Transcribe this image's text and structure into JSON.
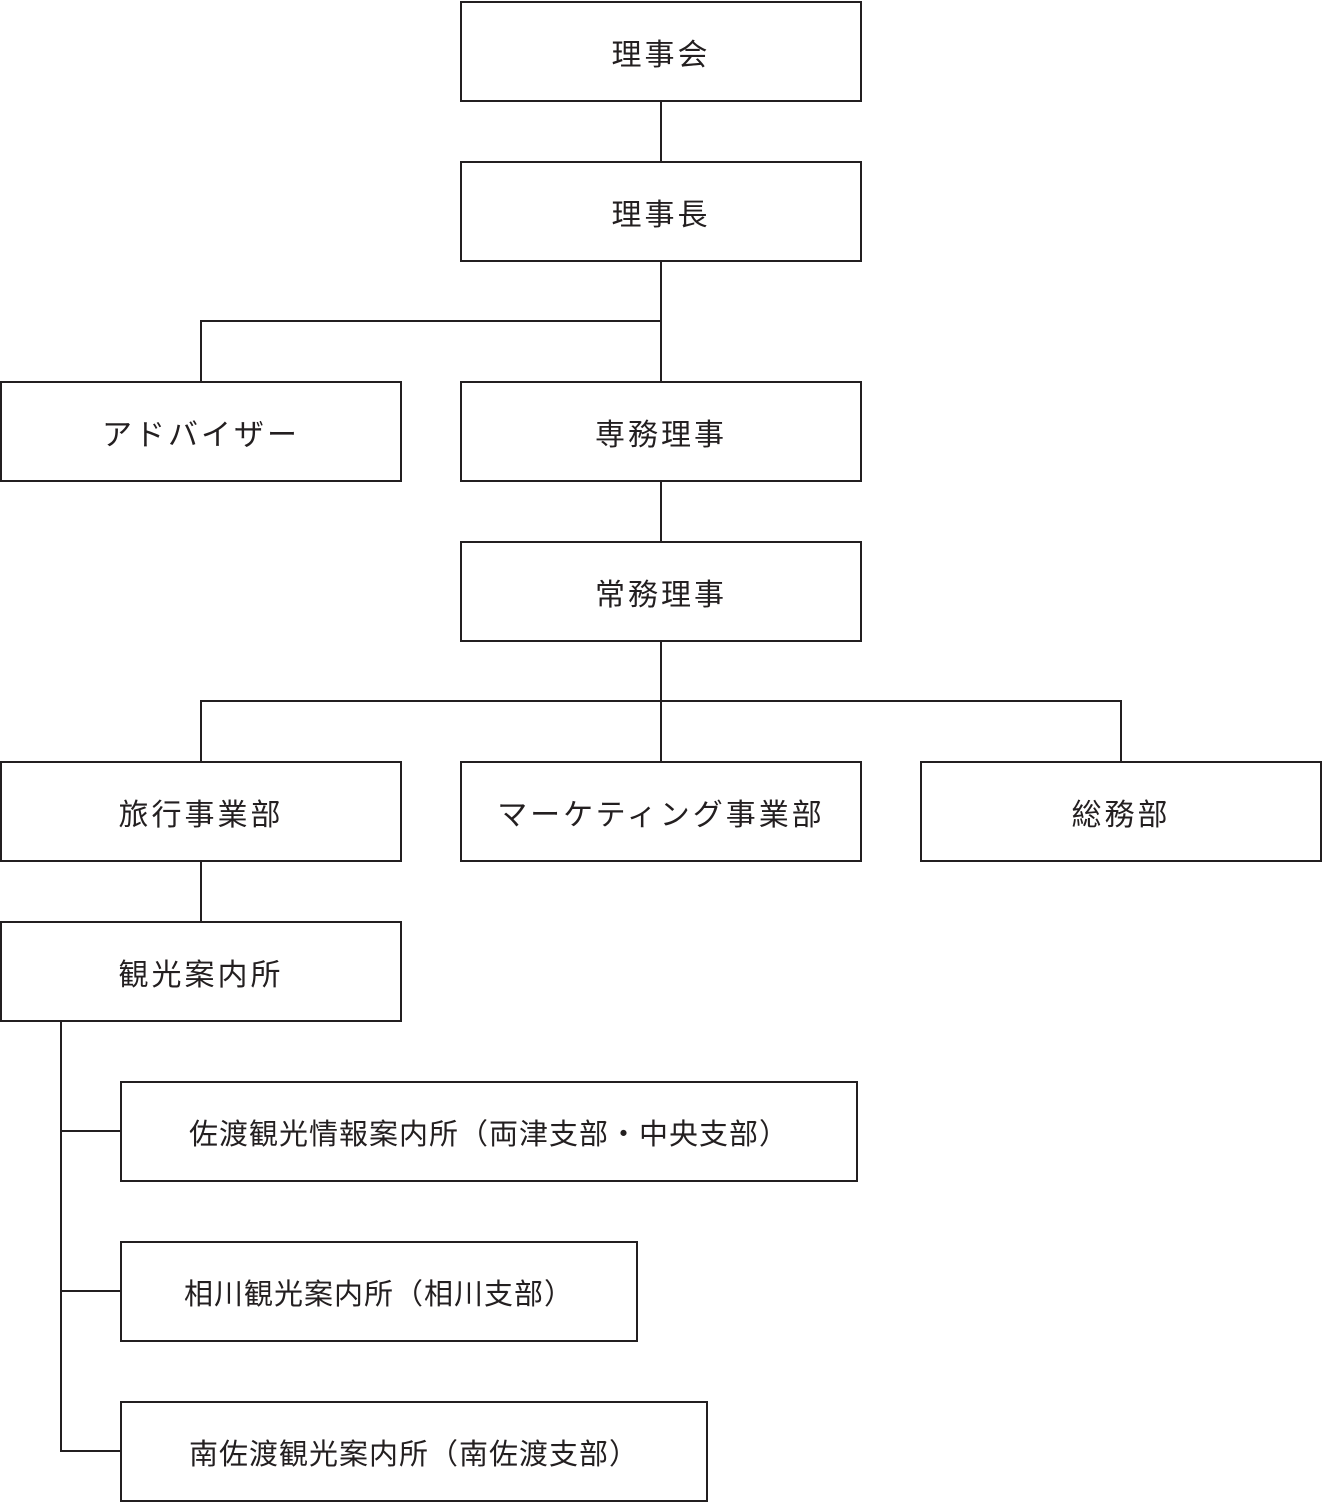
{
  "org_chart": {
    "board": "理事会",
    "chairman": "理事長",
    "advisor": "アドバイザー",
    "senior_managing_director": "専務理事",
    "managing_director": "常務理事",
    "travel_division": "旅行事業部",
    "marketing_division": "マーケティング事業部",
    "general_affairs_division": "総務部",
    "tourist_info_center": "観光案内所",
    "sado_info_center": "佐渡観光情報案内所（両津支部・中央支部）",
    "aikawa_info_center": "相川観光案内所（相川支部）",
    "minamisado_info_center": "南佐渡観光案内所（南佐渡支部）"
  },
  "colors": {
    "line": "#231f20",
    "box_border": "#231f20",
    "text": "#231f20",
    "background": "#ffffff"
  }
}
